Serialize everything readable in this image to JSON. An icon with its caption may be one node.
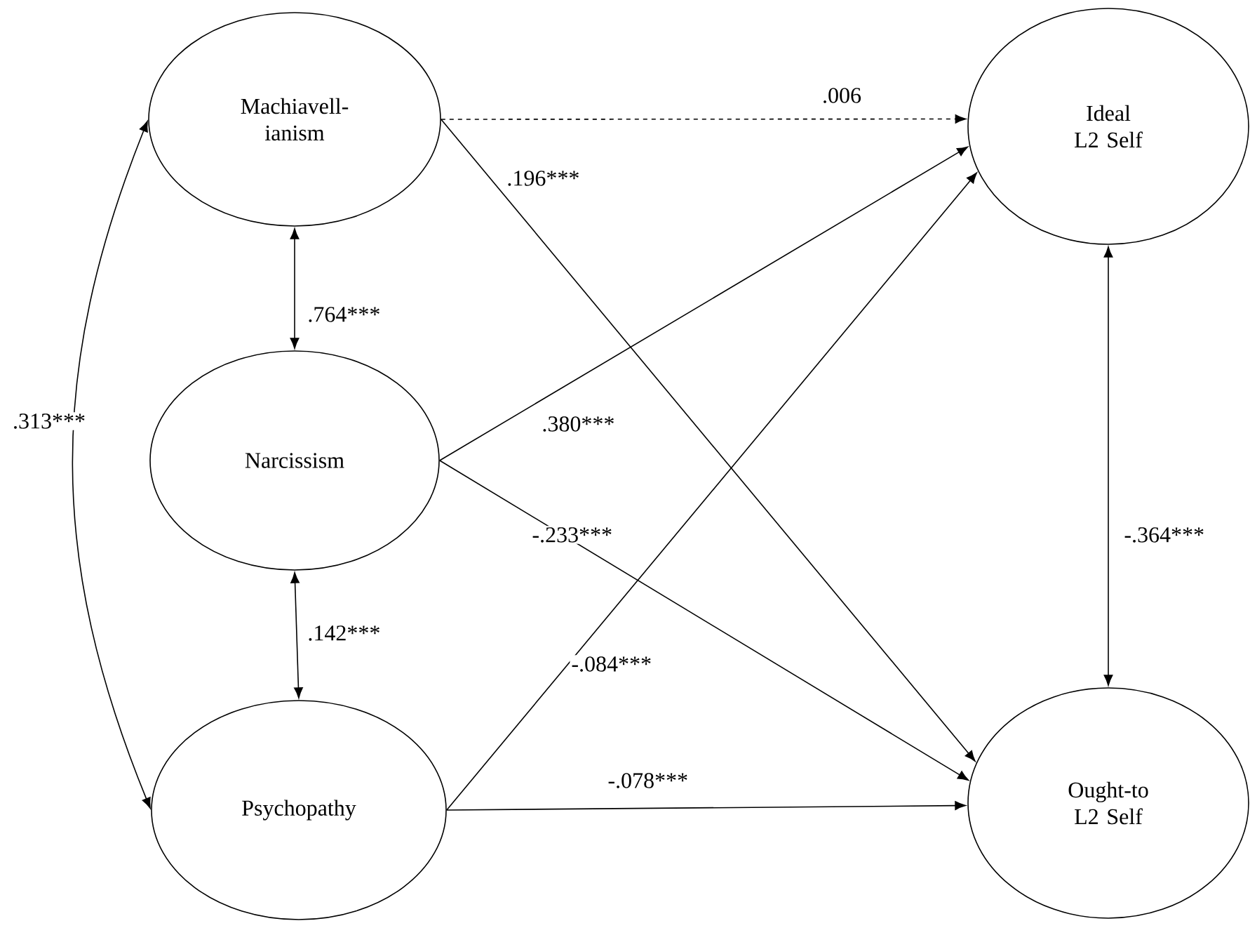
{
  "diagram": {
    "nodes": [
      {
        "text": [
          "Machiavell- ianism"
        ]
      },
      {
        "text": [
          "Narcissism"
        ]
      },
      {
        "text": [
          "Psychopathy"
        ]
      },
      {
        "text": [
          "Ideal L2 Self"
        ]
      },
      {
        "text": [
          "Ought-to L2 Self"
        ]
      }
    ],
    "edges": [
      {
        "from": 0,
        "to": 3,
        "arrow": "to",
        "label": ".006",
        "style": "dashed"
      },
      {
        "from": 0,
        "to": 4,
        "arrow": "to",
        "label": ".196***"
      },
      {
        "from": 1,
        "to": 3,
        "arrow": "to",
        "label": ".380***"
      },
      {
        "from": 1,
        "to": 4,
        "arrow": "to",
        "label": "-.233***"
      },
      {
        "from": 2,
        "to": 3,
        "arrow": "to",
        "label": "-.084***"
      },
      {
        "from": 2,
        "to": 4,
        "arrow": "to",
        "label": "-.078***"
      },
      {
        "from": 0,
        "to": 1,
        "arrow": "both",
        "label": ".764***"
      },
      {
        "from": 1,
        "to": 2,
        "arrow": "both",
        "label": ".142***"
      },
      {
        "from": 0,
        "to": 2,
        "arrow": "both",
        "label": ".313***"
      },
      {
        "from": 3,
        "to": 4,
        "arrow": "both",
        "label": "-.364***"
      }
    ]
  }
}
